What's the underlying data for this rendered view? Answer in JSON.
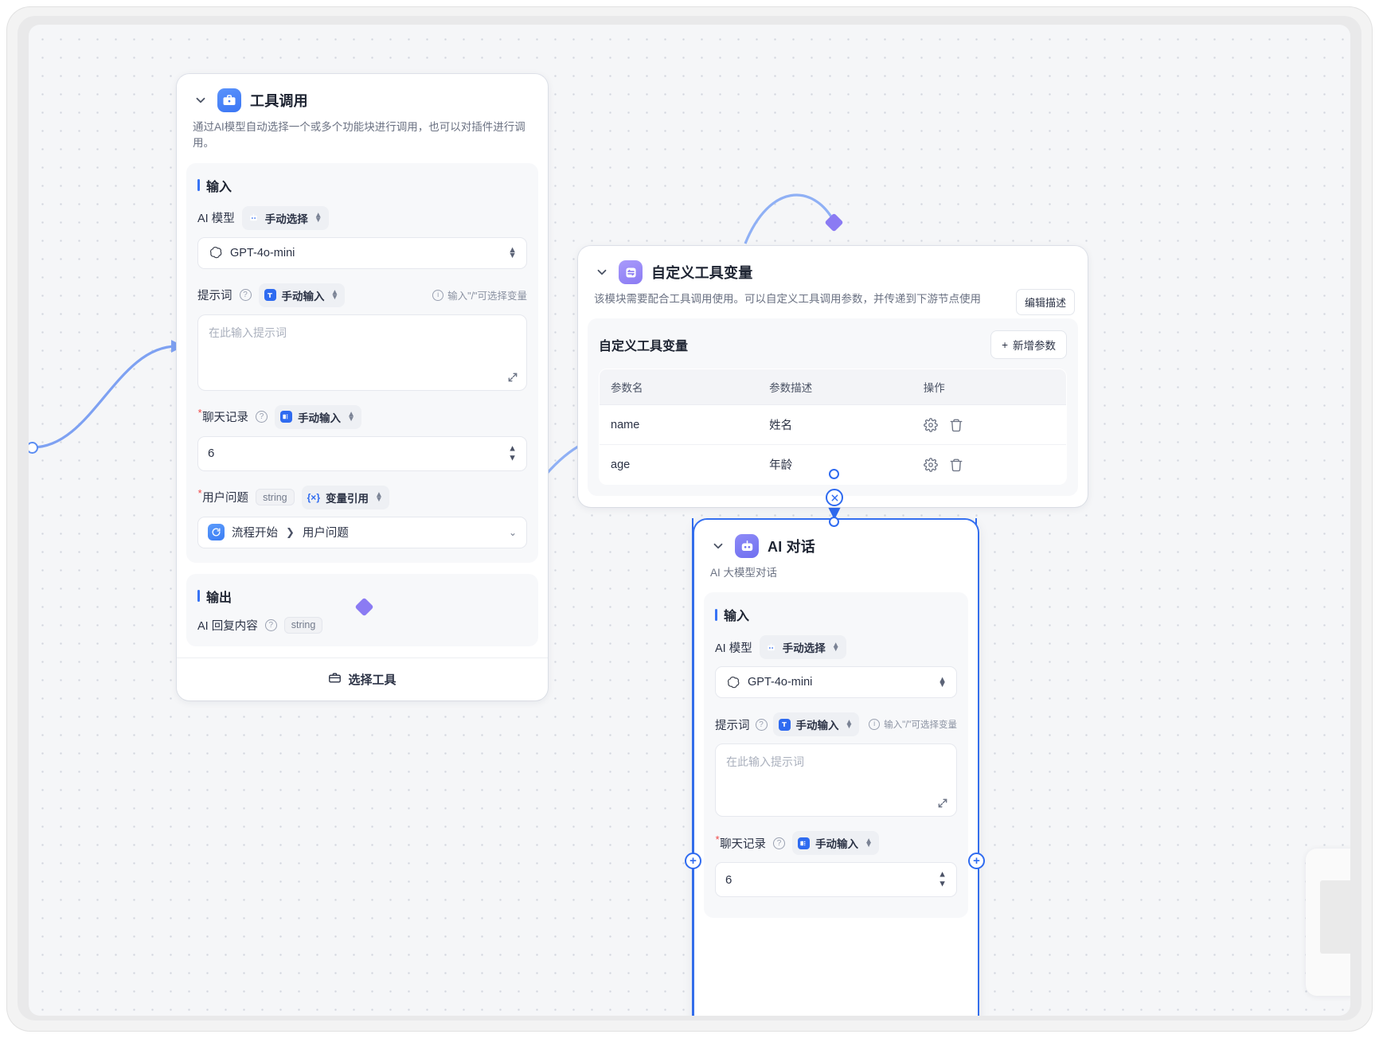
{
  "canvas": {
    "background": "#f5f6f8",
    "accent": "#3773f5",
    "purple": "#8b7bf3"
  },
  "nodes": {
    "tool_call": {
      "title": "工具调用",
      "icon": "toolbox-icon",
      "description": "通过AI模型自动选择一个或多个功能块进行调用，也可以对插件进行调用。",
      "input_section": "输入",
      "output_section": "输出",
      "fields": {
        "ai_model_label": "AI 模型",
        "ai_model_mode": "手动选择",
        "ai_model_value": "GPT-4o-mini",
        "prompt_label": "提示词",
        "prompt_mode": "手动输入",
        "prompt_hint": "输入\"/\"可选择变量",
        "prompt_placeholder": "在此输入提示词",
        "chat_label": "聊天记录",
        "chat_mode": "手动输入",
        "chat_value": "6",
        "question_label": "用户问题",
        "question_type": "string",
        "question_mode": "变量引用",
        "question_ref_node": "流程开始",
        "question_ref_field": "用户问题"
      },
      "output": {
        "label": "AI 回复内容",
        "type": "string"
      },
      "footer_button": "选择工具"
    },
    "tool_var": {
      "title": "自定义工具变量",
      "icon": "sliders-icon",
      "description": "该模块需要配合工具调用使用。可以自定义工具调用参数，并传递到下游节点使用",
      "edit_desc_button": "编辑描述",
      "panel_title": "自定义工具变量",
      "add_button": "新增参数",
      "table": {
        "columns": [
          "参数名",
          "参数描述",
          "操作"
        ],
        "rows": [
          {
            "name": "name",
            "desc": "姓名"
          },
          {
            "name": "age",
            "desc": "年龄"
          }
        ]
      }
    },
    "ai_chat": {
      "title": "AI 对话",
      "icon": "robot-icon",
      "description": "AI 大模型对话",
      "input_section": "输入",
      "fields": {
        "ai_model_label": "AI 模型",
        "ai_model_mode": "手动选择",
        "ai_model_value": "GPT-4o-mini",
        "prompt_label": "提示词",
        "prompt_mode": "手动输入",
        "prompt_hint": "输入\"/\"可选择变量",
        "prompt_placeholder": "在此输入提示词",
        "chat_label": "聊天记录",
        "chat_mode": "手动输入",
        "chat_value": "6"
      }
    }
  },
  "handles": {
    "delete_edge": "×",
    "add_node": "+"
  }
}
